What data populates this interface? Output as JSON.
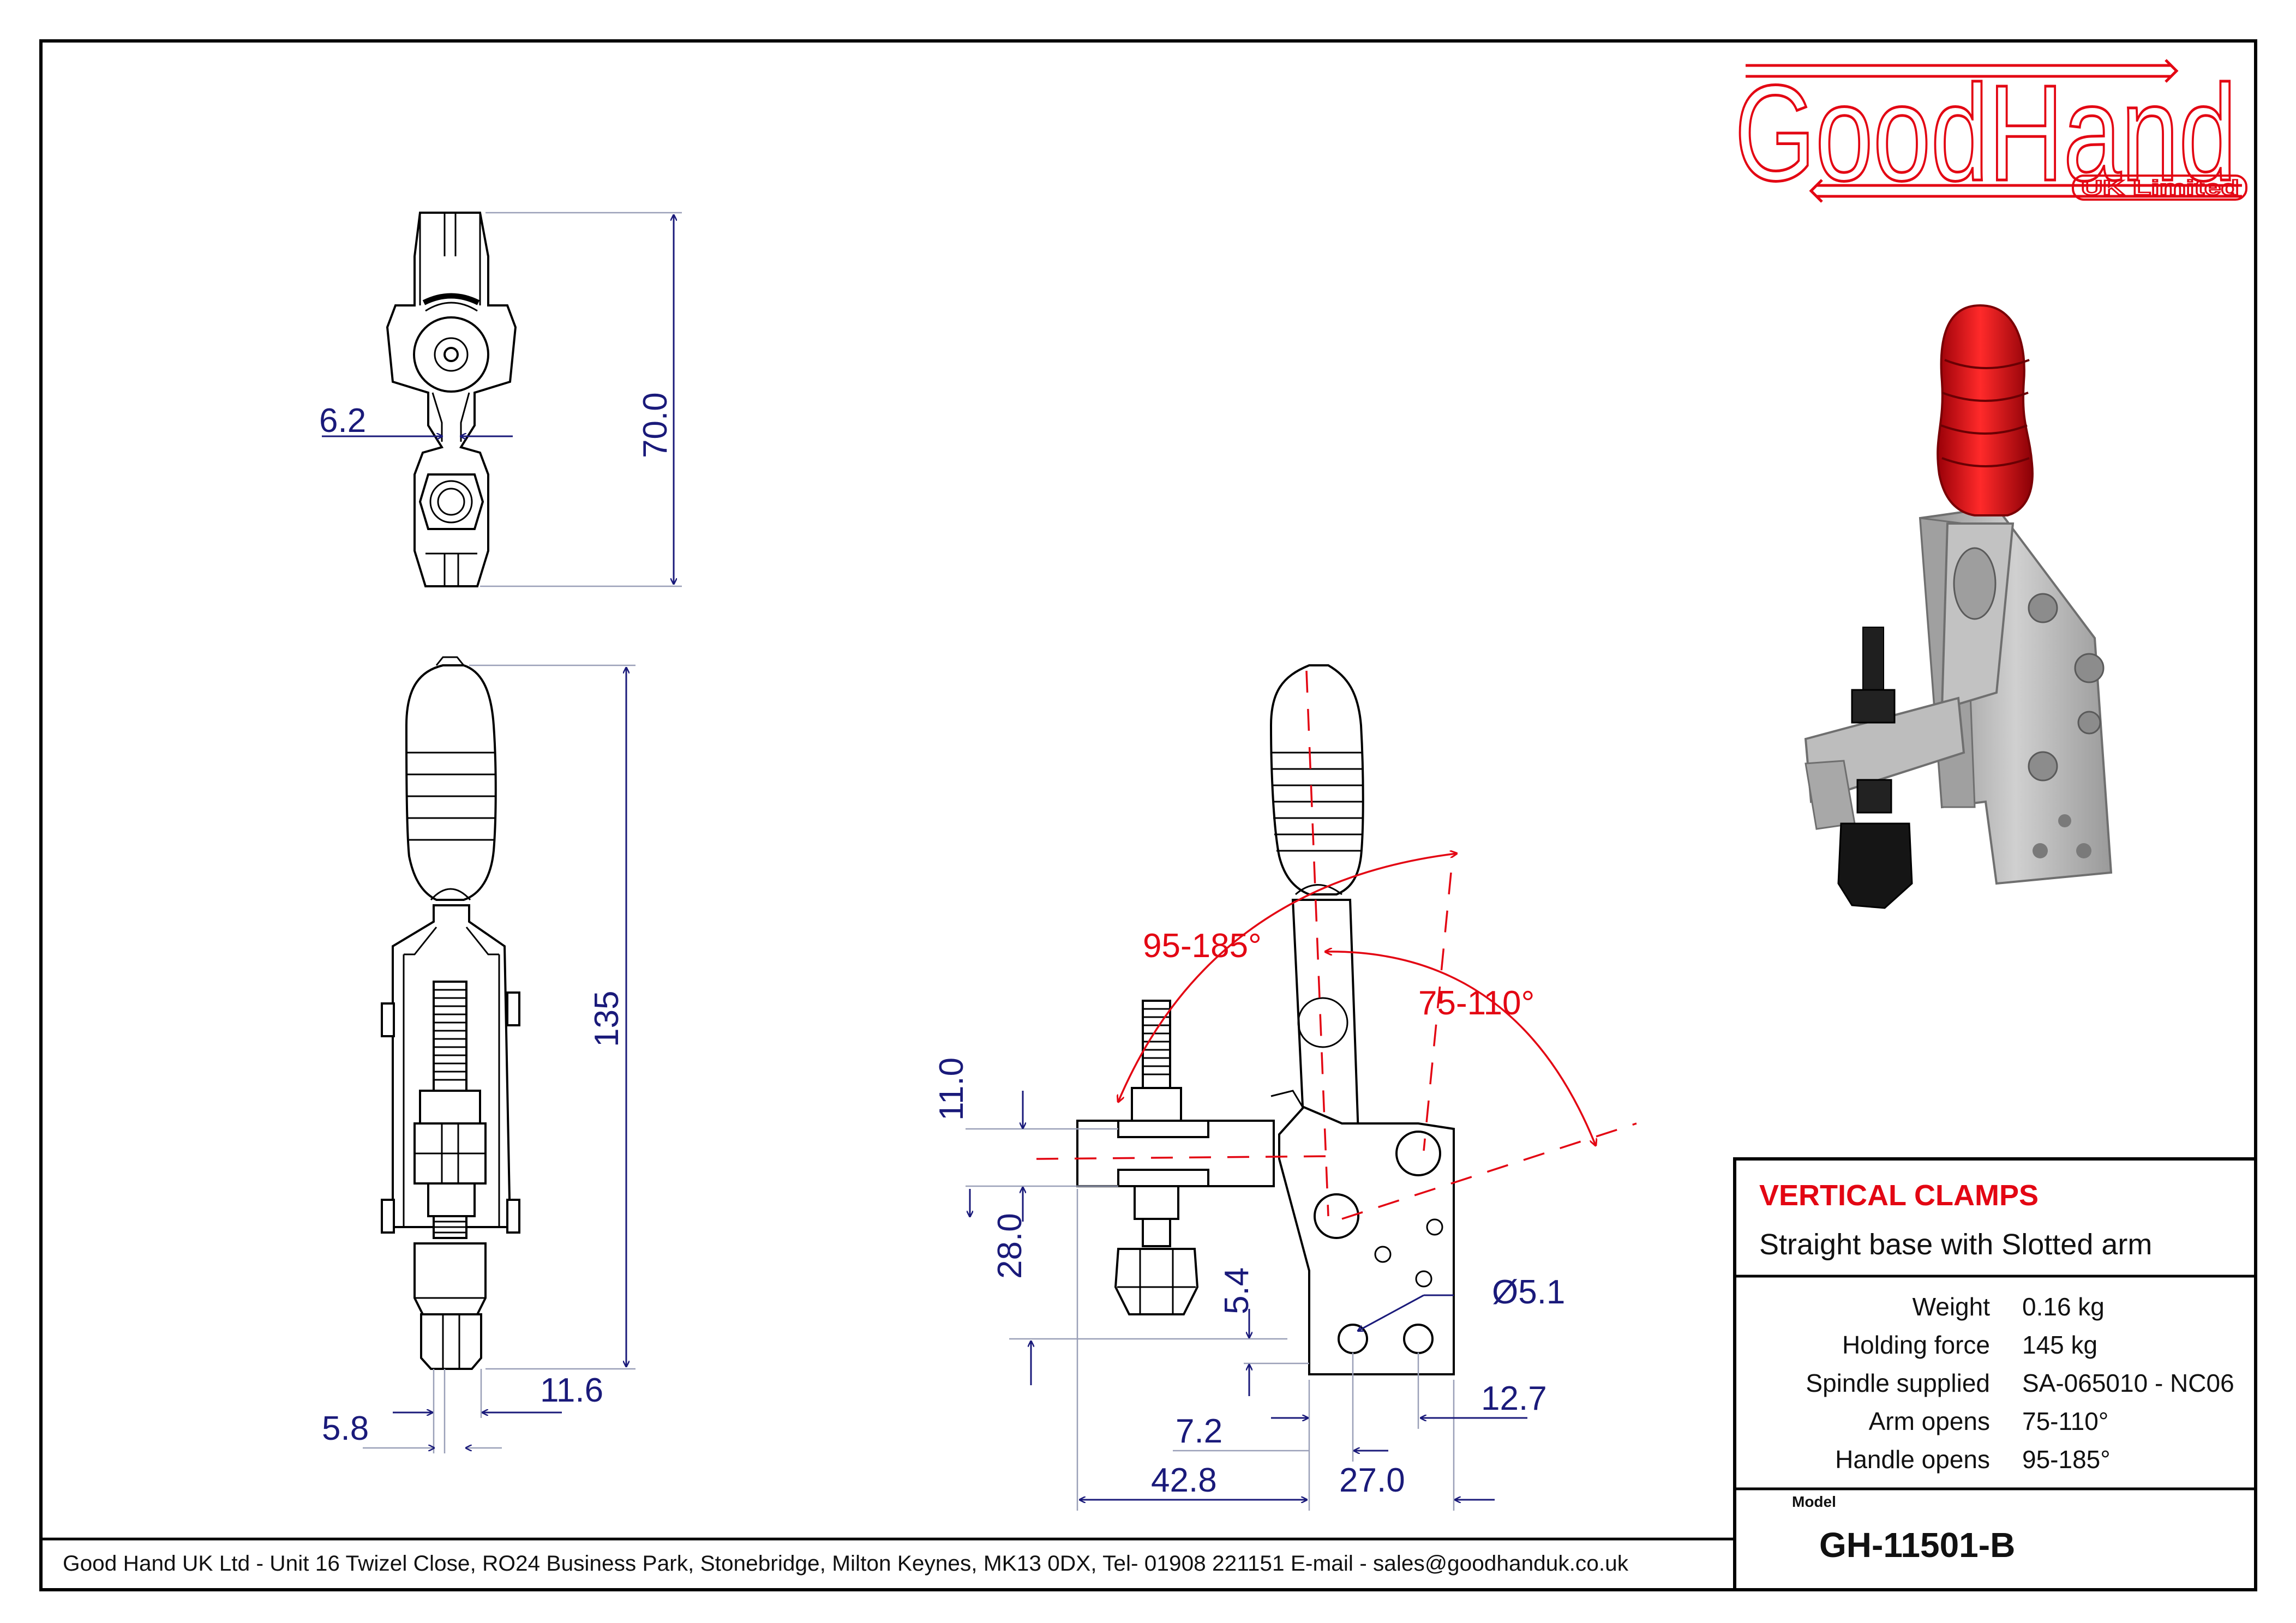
{
  "logo": {
    "brand": "GoodHand",
    "subtitle": "UK Limited"
  },
  "title_block": {
    "category": "VERTICAL CLAMPS",
    "description": "Straight base with Slotted arm",
    "specs": [
      {
        "label": "Weight",
        "value": "0.16 kg"
      },
      {
        "label": "Holding force",
        "value": "145 kg"
      },
      {
        "label": "Spindle supplied",
        "value": "SA-065010 - NC06"
      },
      {
        "label": "Arm opens",
        "value": "75-110°"
      },
      {
        "label": "Handle opens",
        "value": "95-185°"
      }
    ],
    "model_label": "Model",
    "model": "GH-11501-B"
  },
  "footer": {
    "address": "Good Hand UK Ltd  - Unit 16 Twizel Close, RO24 Business Park, Stonebridge, Milton Keynes, MK13 0DX,  Tel- 01908 221151  E-mail - sales@goodhanduk.co.uk"
  },
  "dimensions": {
    "top_view": {
      "slot_width": "6.2",
      "height": "70.0"
    },
    "front_view": {
      "height": "135",
      "width_a": "5.8",
      "width_b": "11.6"
    },
    "side_view": {
      "spindle_height": "11.0",
      "arm_height": "28.0",
      "base_offset": "5.4",
      "hole_dia": "Ø5.1",
      "hole_offset": "7.2",
      "reach": "42.8",
      "base_width": "27.0",
      "hole_spacing": "12.7",
      "handle_angle": "95-185°",
      "arm_angle": "75-110°"
    }
  },
  "colors": {
    "accent": "#e30613",
    "dimension": "#1a1a7a",
    "grip": "#e30613",
    "body": "#b3b3b3",
    "spindle": "#1a1a1a"
  }
}
